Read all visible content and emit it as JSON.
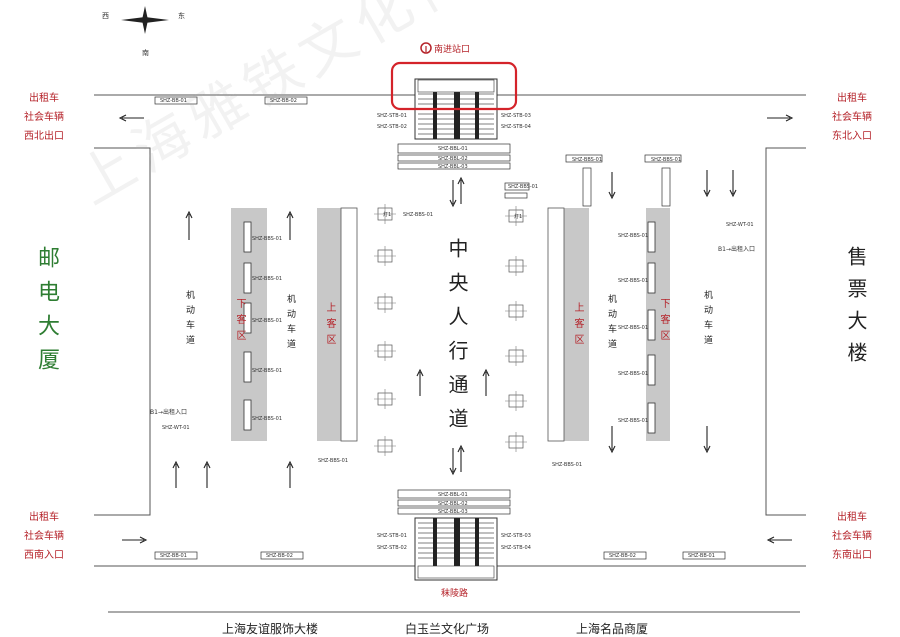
{
  "compass": {
    "west": "西",
    "east": "东",
    "south": "南"
  },
  "north_exit": "南进站口",
  "left_top_exit": [
    "出租车",
    "社会车辆",
    "西北出口"
  ],
  "right_top_exit": [
    "出租车",
    "社会车辆",
    "东北入口"
  ],
  "left_bottom_exit": [
    "出租车",
    "社会车辆",
    "西南入口"
  ],
  "right_bottom_exit": [
    "出租车",
    "社会车辆",
    "东南出口"
  ],
  "left_building": "邮电大厦",
  "right_building": "售票大楼",
  "center_walkway": "中央人行通道",
  "lanes": {
    "motor": "机动车道",
    "drop_off": "下客区",
    "pick_up": "上客区"
  },
  "south_road": "秣陵路",
  "bottom_buildings": [
    "上海友谊服饰大楼",
    "白玉兰文化广场",
    "上海名品商厦"
  ],
  "small_labels": {
    "box_a": "SHZ-BB-01",
    "box_b": "SHZ-BB-02",
    "box_c": "SHZ-STB-01",
    "box_d": "SHZ-STB-02",
    "box_e": "SHZ-STB-03",
    "box_f": "SHZ-STB-04",
    "box_g": "SHZ-BBL-01",
    "box_h": "SHZ-BBL-02",
    "box_i": "SHZ-BBL-03",
    "pillar": "SHZ-BBS-01",
    "signpost": "SHZ-WT-01",
    "entrance": "B1→出租入口",
    "light": "灯1"
  },
  "watermark": "上海雅铁文化传播有限公司"
}
